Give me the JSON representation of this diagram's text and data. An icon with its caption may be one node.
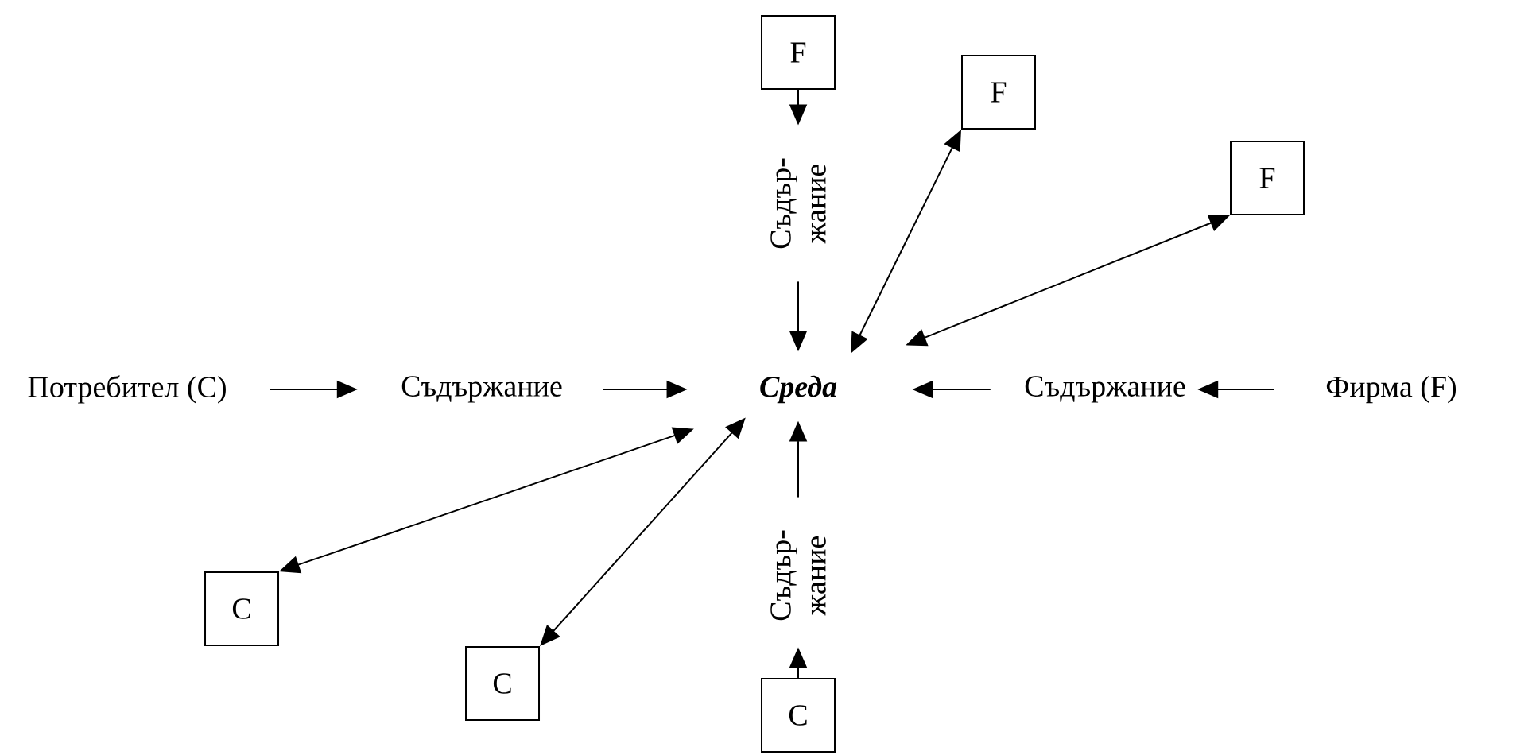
{
  "diagram": {
    "nodes": [
      {
        "text": [
          "F"
        ]
      },
      {
        "text": [
          "F"
        ]
      },
      {
        "text": [
          "F"
        ]
      },
      {
        "text": [
          "Съдър- жание"
        ]
      },
      {
        "text": [
          "Потребител (C)"
        ]
      },
      {
        "text": [
          "Съдържание"
        ]
      },
      {
        "text": [
          "Среда"
        ]
      },
      {
        "text": [
          "Съдържание"
        ]
      },
      {
        "text": [
          "Фирма (F)"
        ]
      },
      {
        "text": [
          "Съдър- жание"
        ]
      },
      {
        "text": [
          "C"
        ]
      },
      {
        "text": [
          "C"
        ]
      },
      {
        "text": [
          "C"
        ]
      }
    ],
    "edges": [
      {
        "from": 0,
        "to": 3,
        "arrow": "to"
      },
      {
        "from": 3,
        "to": 6,
        "arrow": "to"
      },
      {
        "from": 1,
        "to": 6,
        "arrow": "both"
      },
      {
        "from": 2,
        "to": 6,
        "arrow": "both"
      },
      {
        "from": 4,
        "to": 5,
        "arrow": "to"
      },
      {
        "from": 5,
        "to": 6,
        "arrow": "to"
      },
      {
        "from": 8,
        "to": 7,
        "arrow": "to"
      },
      {
        "from": 7,
        "to": 6,
        "arrow": "to"
      },
      {
        "from": 10,
        "to": 6,
        "arrow": "both"
      },
      {
        "from": 11,
        "to": 6,
        "arrow": "both"
      },
      {
        "from": 9,
        "to": 6,
        "arrow": "to"
      },
      {
        "from": 12,
        "to": 9,
        "arrow": "to"
      }
    ]
  }
}
